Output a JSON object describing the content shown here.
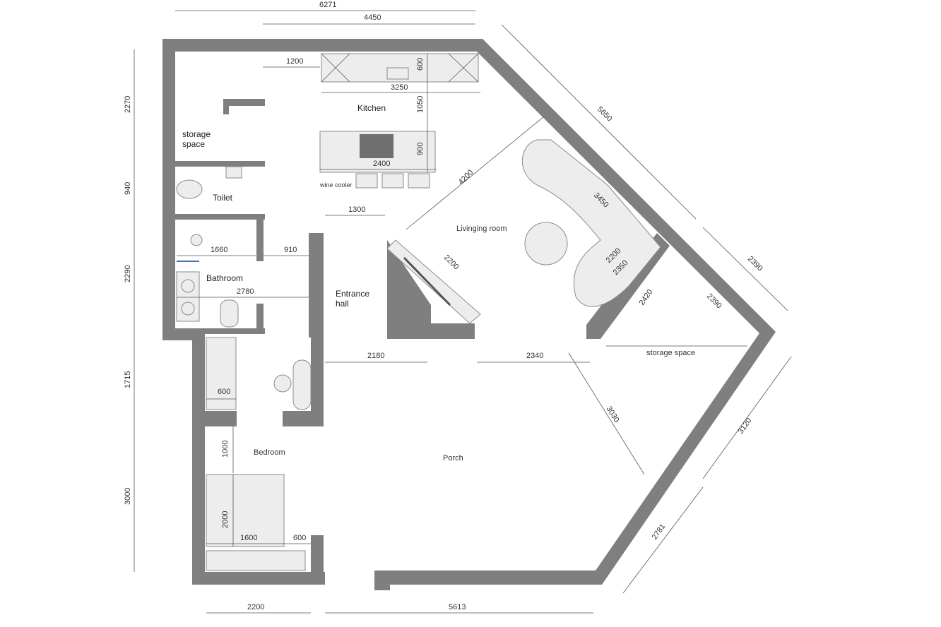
{
  "rooms": {
    "kitchen": "Kitchen",
    "storage_top_1": "storage",
    "storage_top_2": "space",
    "toilet": "Toilet",
    "bathroom": "Bathroom",
    "entrance_1": "Entrance",
    "entrance_2": "hall",
    "living": "Livinging room",
    "storage_right": "storage space",
    "porch": "Porch",
    "bedroom": "Bedroom",
    "wine_cooler": "wine cooler"
  },
  "dims": {
    "top_total": "6271",
    "top_kitchen": "4450",
    "stair_gap": "1200",
    "counter_depth": "600",
    "counter_len": "3250",
    "aisle": "1050",
    "island_depth": "900",
    "island_len": "2400",
    "left_2270": "2270",
    "left_940": "940",
    "left_2290": "2290",
    "left_1715": "1715",
    "left_3000": "3000",
    "diag_5650": "5650",
    "diag_4200": "4200",
    "sofa_3450": "3450",
    "sofa_2200": "2200",
    "sofa_2350": "2350",
    "tv_2200": "2200",
    "hall_1300": "1300",
    "bath_1660": "1660",
    "bath_910": "910",
    "bath_2780": "2780",
    "right_2390a": "2390",
    "storage_2420": "2420",
    "storage_2390b": "2390",
    "porch_2180": "2180",
    "porch_2340": "2340",
    "porch_3030": "3030",
    "right_3120": "3120",
    "right_2781": "2781",
    "closet_600": "600",
    "bed_1000": "1000",
    "bed_2000": "2000",
    "bed_1600": "1600",
    "bed_600": "600",
    "bottom_2200": "2200",
    "bottom_5613": "5613"
  }
}
